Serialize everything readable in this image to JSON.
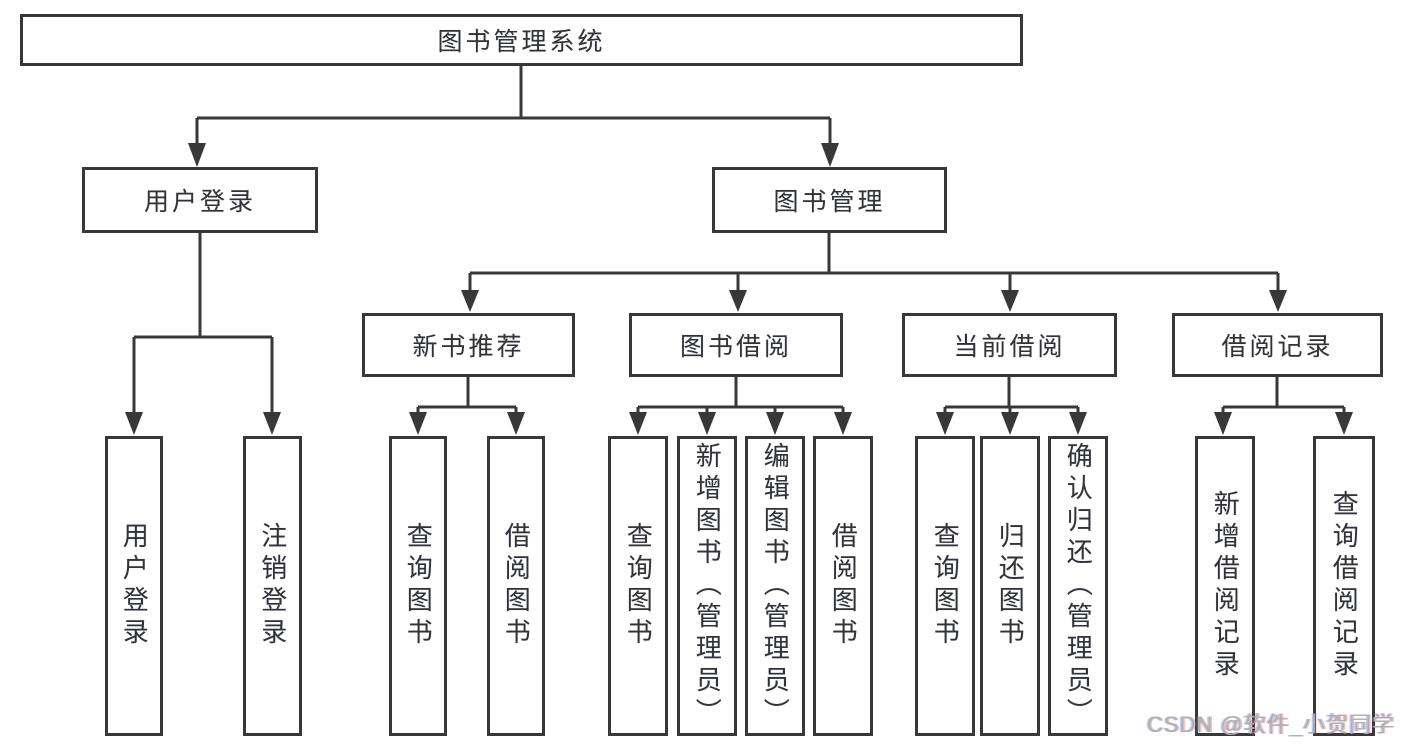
{
  "diagram": {
    "root": {
      "label": "图书管理系统"
    },
    "branches": [
      {
        "label": "用户登录",
        "children": [
          {
            "label": "用户登录"
          },
          {
            "label": "注销登录"
          }
        ]
      },
      {
        "label": "图书管理",
        "children": [
          {
            "label": "新书推荐",
            "children": [
              {
                "label": "查询图书"
              },
              {
                "label": "借阅图书"
              }
            ]
          },
          {
            "label": "图书借阅",
            "children": [
              {
                "label": "查询图书"
              },
              {
                "label": "新增图书（管理员）"
              },
              {
                "label": "编辑图书（管理员）"
              },
              {
                "label": "借阅图书"
              }
            ]
          },
          {
            "label": "当前借阅",
            "children": [
              {
                "label": "查询图书"
              },
              {
                "label": "归还图书"
              },
              {
                "label": "确认归还（管理员）"
              }
            ]
          },
          {
            "label": "借阅记录",
            "children": [
              {
                "label": "新增借阅记录"
              },
              {
                "label": "查询借阅记录"
              }
            ]
          }
        ]
      }
    ]
  },
  "watermark": {
    "text": "CSDN @软件_小贺同学"
  },
  "colors": {
    "line": "#383838",
    "text": "#333333",
    "watermark": "#b0b0b0",
    "background": "#ffffff"
  }
}
